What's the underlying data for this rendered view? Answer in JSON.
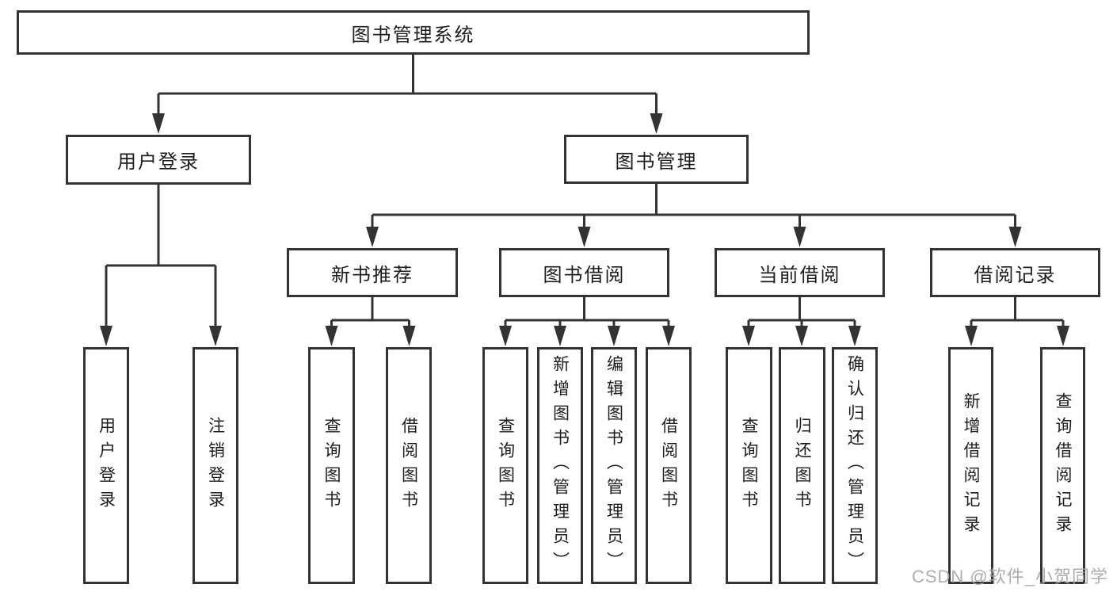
{
  "diagram": {
    "type": "hierarchy",
    "root": {
      "label": "图书管理系统",
      "children": [
        {
          "label": "用户登录",
          "children": [
            {
              "label": "用户登录"
            },
            {
              "label": "注销登录"
            }
          ]
        },
        {
          "label": "图书管理",
          "children": [
            {
              "label": "新书推荐",
              "children": [
                {
                  "label": "查询图书"
                },
                {
                  "label": "借阅图书"
                }
              ]
            },
            {
              "label": "图书借阅",
              "children": [
                {
                  "label": "查询图书"
                },
                {
                  "label": "新增图书（管理员）"
                },
                {
                  "label": "编辑图书（管理员）"
                },
                {
                  "label": "借阅图书"
                }
              ]
            },
            {
              "label": "当前借阅",
              "children": [
                {
                  "label": "查询图书"
                },
                {
                  "label": "归还图书"
                },
                {
                  "label": "确认归还（管理员）"
                }
              ]
            },
            {
              "label": "借阅记录",
              "children": [
                {
                  "label": "新增借阅记录"
                },
                {
                  "label": "查询借阅记录"
                }
              ]
            }
          ]
        }
      ]
    }
  },
  "watermark": {
    "text": "CSDN @软件_小贺同学"
  },
  "colors": {
    "line": "#333333",
    "box_border": "#333333",
    "text": "#1d1d1d",
    "background": "#ffffff",
    "watermark": "#a6a6a6"
  }
}
